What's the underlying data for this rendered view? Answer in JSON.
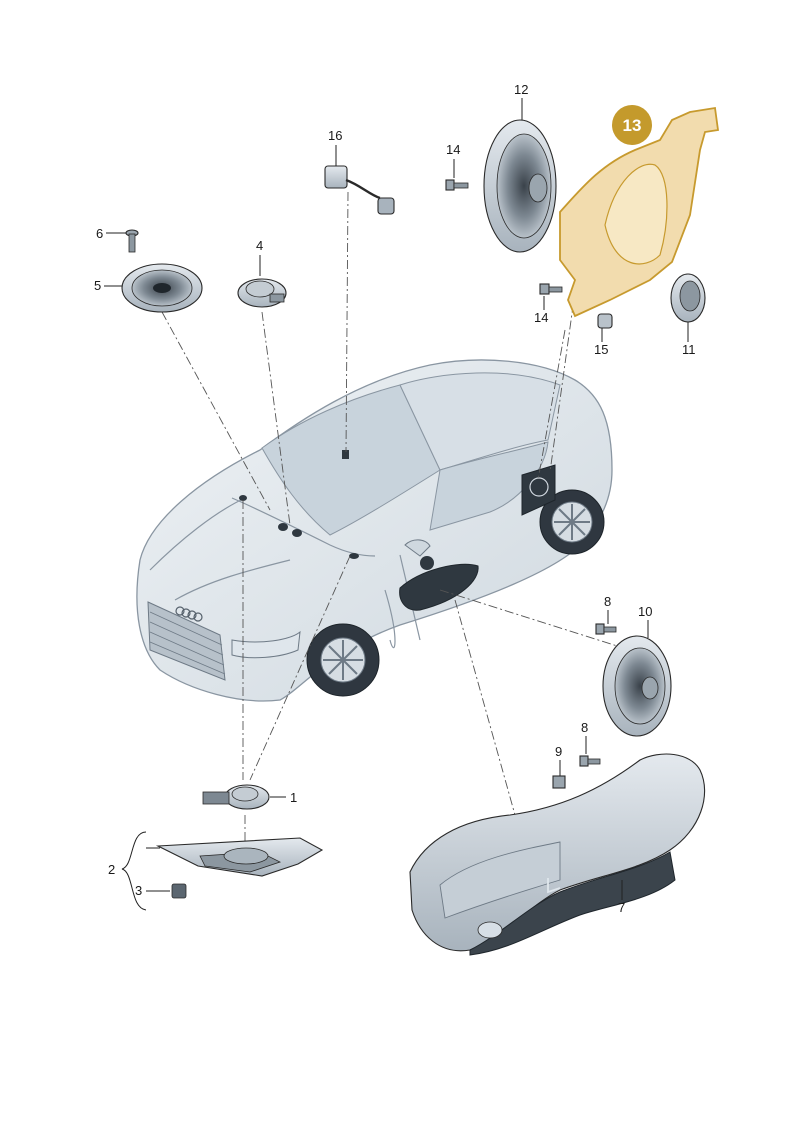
{
  "callouts": {
    "c1": "1",
    "c2": "2",
    "c3": "3",
    "c4": "4",
    "c5": "5",
    "c6": "6",
    "c7": "7",
    "c8a": "8",
    "c8b": "8",
    "c9": "9",
    "c10": "10",
    "c11": "11",
    "c12": "12",
    "c13": "13",
    "c14a": "14",
    "c14b": "14",
    "c15": "15",
    "c16": "16"
  },
  "colors": {
    "highlight_fill": "#f2dcae",
    "highlight_stroke": "#c79a2e",
    "badge_fill": "#c49a2c",
    "part_fill": "#d4dbe3",
    "part_dark": "#6e7a86",
    "car_fill": "#e3e9ee",
    "car_dark": "#4a5560"
  }
}
